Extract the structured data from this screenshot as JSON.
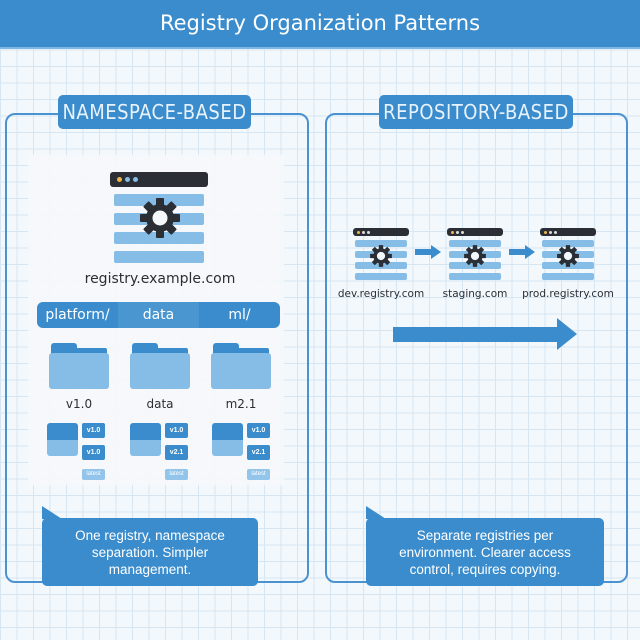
{
  "header": {
    "title": "Registry Organization Patterns"
  },
  "colors": {
    "primary": "#3a8ccc",
    "light": "#85bde6",
    "dark": "#2b2f35",
    "grid": "#d6e6f3"
  },
  "namespace_panel": {
    "title": "NAMESPACE-BASED",
    "registry": {
      "icon": "server-gear-icon",
      "label": "registry.example.com"
    },
    "namespaces": [
      "platform/",
      "data",
      "ml/"
    ],
    "folders": [
      {
        "icon": "folder-icon",
        "label": "v1.0",
        "tags": [
          "v1.0",
          "v1.0"
        ],
        "latest": "latest"
      },
      {
        "icon": "folder-icon",
        "label": "data",
        "tags": [
          "v1.0",
          "v2.1"
        ],
        "latest": "latest"
      },
      {
        "icon": "folder-icon",
        "label": "m2.1",
        "tags": [
          "v1.0",
          "v2.1"
        ],
        "latest": "latest"
      }
    ],
    "callout": "One registry, namespace separation. Simpler management."
  },
  "repository_panel": {
    "title": "REPOSITORY-BASED",
    "registries": [
      {
        "icon": "server-gear-icon",
        "label": "dev.registry.com"
      },
      {
        "icon": "server-gear-icon",
        "label": "staging.com"
      },
      {
        "icon": "server-gear-icon",
        "label": "prod.registry.com"
      }
    ],
    "callout": "Separate registries per environment. Clearer access control, requires copying."
  }
}
